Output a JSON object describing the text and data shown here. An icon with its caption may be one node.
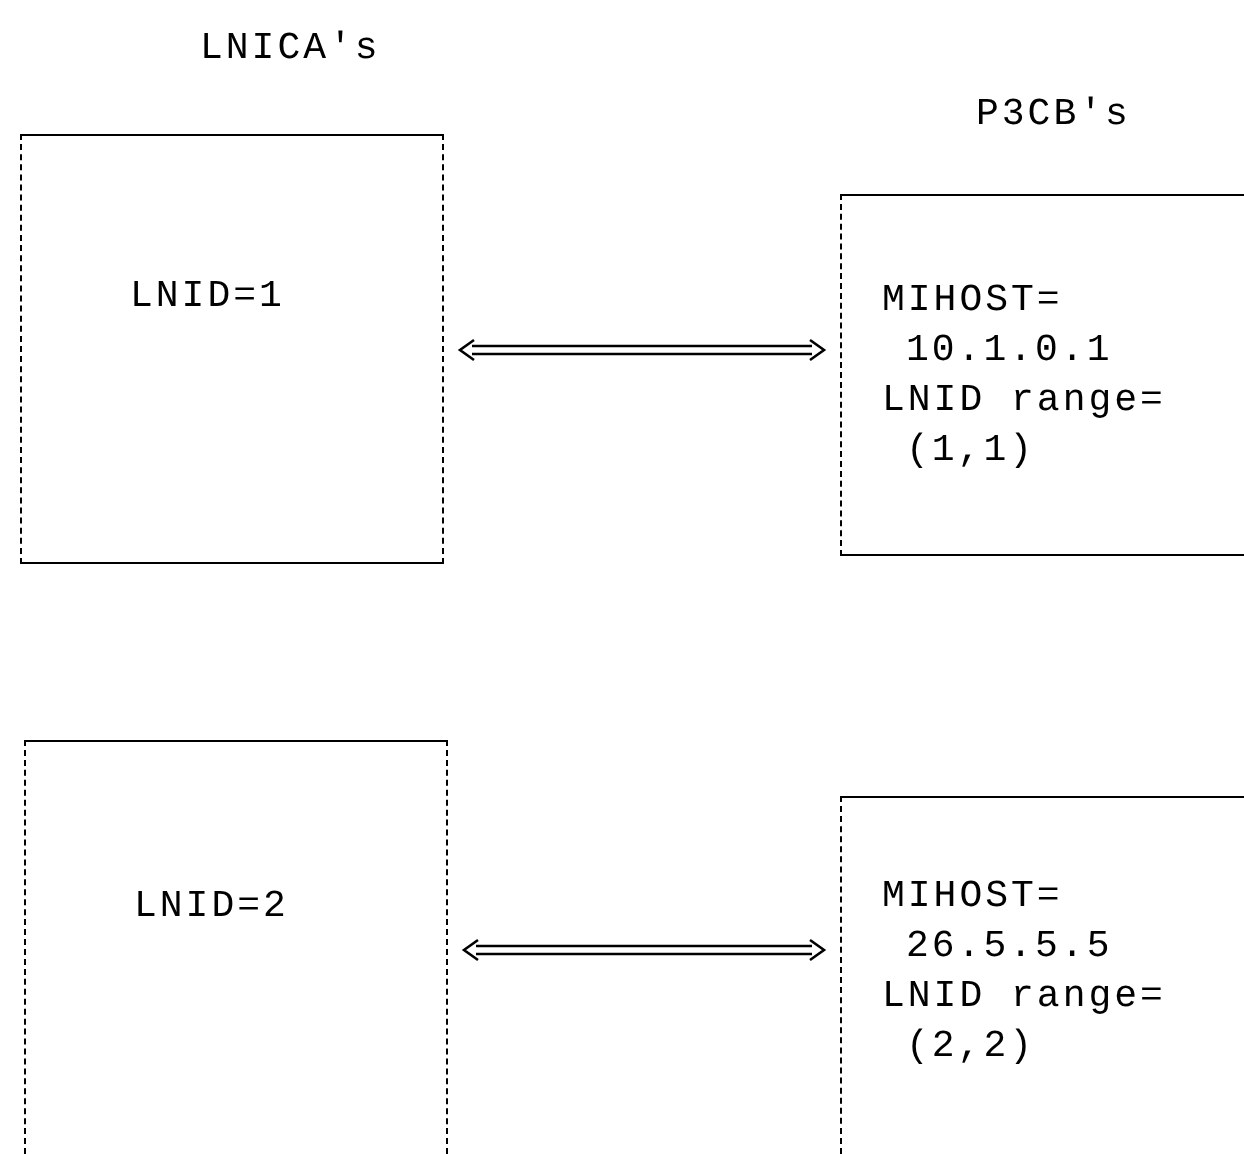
{
  "diagram": {
    "nodes": [
      {
        "text": [
          "LNID=1"
        ]
      },
      {
        "text": [
          "MIHOST=",
          "10.1.0.1",
          "LNID range=",
          "(1,1)"
        ]
      },
      {
        "text": [
          "LNID=2"
        ]
      },
      {
        "text": [
          "MIHOST=",
          "26.5.5.5",
          "LNID range=",
          "(2,2)"
        ]
      }
    ],
    "edges": [
      {
        "from": 0,
        "to": 1,
        "arrow": "both"
      },
      {
        "from": 2,
        "to": 3,
        "arrow": "both"
      }
    ],
    "labels": [
      "LNICA's",
      "P3CB's"
    ]
  }
}
